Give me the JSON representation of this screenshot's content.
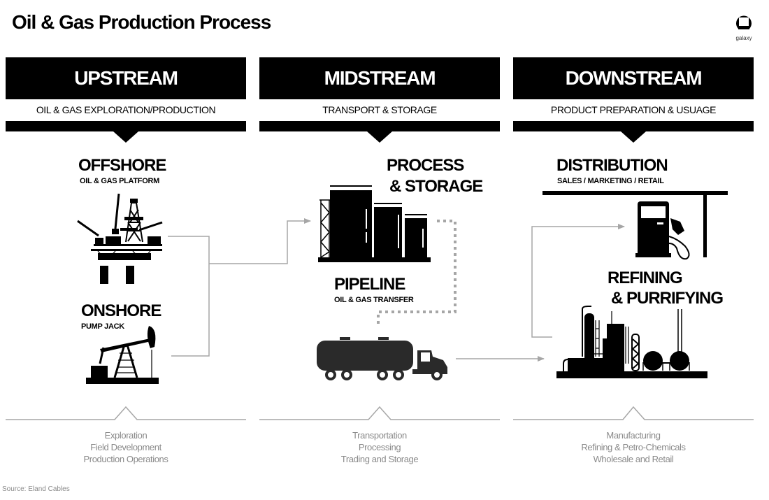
{
  "title": "Oil & Gas Production Process",
  "logo": {
    "icon": "galaxy-logo-icon",
    "text": "galaxy"
  },
  "columns": [
    {
      "heading": "UPSTREAM",
      "subtitle": "OIL & GAS EXPLORATION/PRODUCTION",
      "items": [
        {
          "title": "OFFSHORE",
          "subtitle": "OIL & GAS PLATFORM",
          "icon": "oil-platform-icon"
        },
        {
          "title": "ONSHORE",
          "subtitle": "PUMP JACK",
          "icon": "pump-jack-icon"
        }
      ],
      "activities": [
        "Exploration",
        "Field Development",
        "Production Operations"
      ]
    },
    {
      "heading": "MIDSTREAM",
      "subtitle": "TRANSPORT & STORAGE",
      "items": [
        {
          "title_line1": "PROCESS",
          "title_line2": "& STORAGE",
          "icon": "storage-tanks-icon"
        },
        {
          "title": "PIPELINE",
          "subtitle": "OIL & GAS TRANSFER",
          "icon": "tanker-truck-icon"
        }
      ],
      "activities": [
        "Transportation",
        "Processing",
        "Trading and Storage"
      ]
    },
    {
      "heading": "DOWNSTREAM",
      "subtitle": "PRODUCT PREPARATION & USUAGE",
      "items": [
        {
          "title": "DISTRIBUTION",
          "subtitle": "SALES / MARKETING / RETAIL",
          "icon": "fuel-pump-icon"
        },
        {
          "title_line1": "REFINING",
          "title_line2": "& PURRIFYING",
          "icon": "refinery-icon"
        }
      ],
      "activities": [
        "Manufacturing",
        "Refining & Petro-Chemicals",
        "Wholesale and Retail"
      ]
    }
  ],
  "source": "Source: Eland Cables",
  "colors": {
    "primary": "#000000",
    "connector": "#a6a6a6",
    "muted_text": "#8a8a8a",
    "background": "#ffffff"
  }
}
